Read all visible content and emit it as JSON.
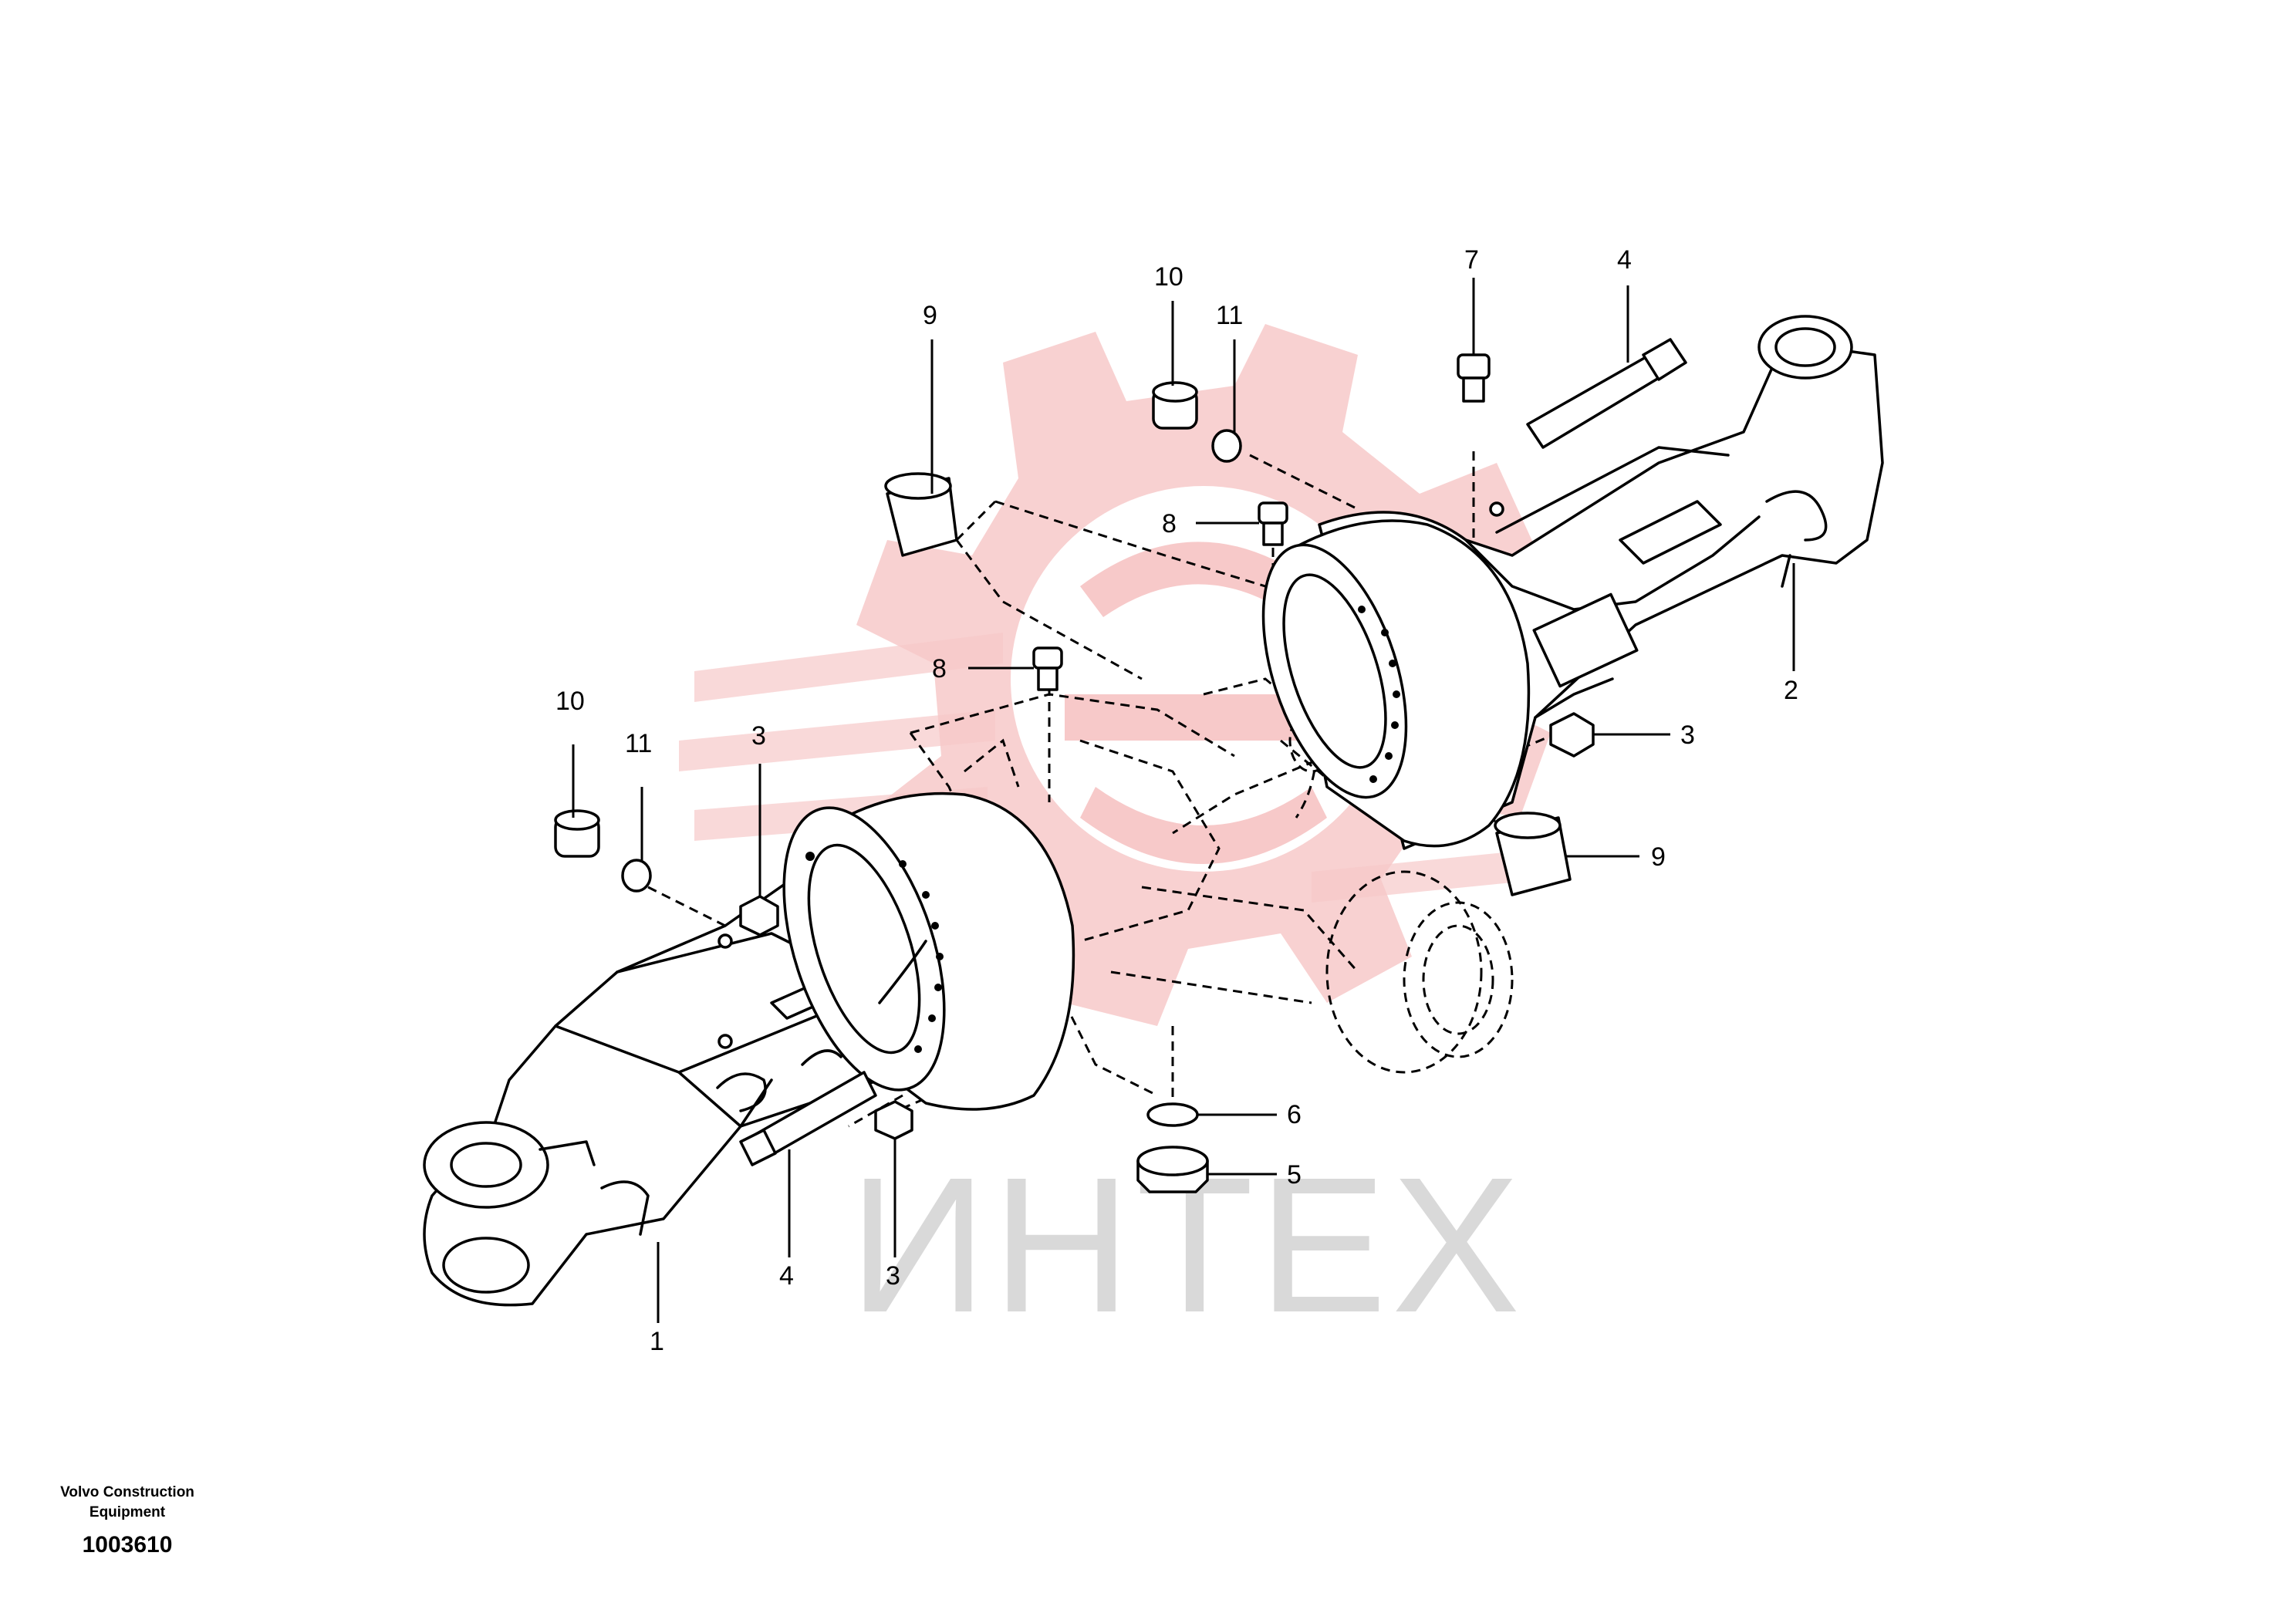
{
  "watermark": {
    "text": "ИНТЕХ",
    "color": "#d9d9d9",
    "logo_color": "#f7c9c9",
    "logo": "gear-logo"
  },
  "footer": {
    "company": "Volvo Construction Equipment",
    "drawing_number": "1003610"
  },
  "callouts": [
    {
      "id": "c9-top",
      "label": "9"
    },
    {
      "id": "c10-top",
      "label": "10"
    },
    {
      "id": "c11-top",
      "label": "11"
    },
    {
      "id": "c7",
      "label": "7"
    },
    {
      "id": "c4-top",
      "label": "4"
    },
    {
      "id": "c8-top",
      "label": "8"
    },
    {
      "id": "c2",
      "label": "2"
    },
    {
      "id": "c8-mid",
      "label": "8"
    },
    {
      "id": "c3-right",
      "label": "3"
    },
    {
      "id": "c9-right",
      "label": "9"
    },
    {
      "id": "c10-left",
      "label": "10"
    },
    {
      "id": "c11-left",
      "label": "11"
    },
    {
      "id": "c3-left",
      "label": "3"
    },
    {
      "id": "c6",
      "label": "6"
    },
    {
      "id": "c5",
      "label": "5"
    },
    {
      "id": "c1",
      "label": "1"
    },
    {
      "id": "c4-bottom",
      "label": "4"
    },
    {
      "id": "c3-bottom",
      "label": "3"
    }
  ]
}
